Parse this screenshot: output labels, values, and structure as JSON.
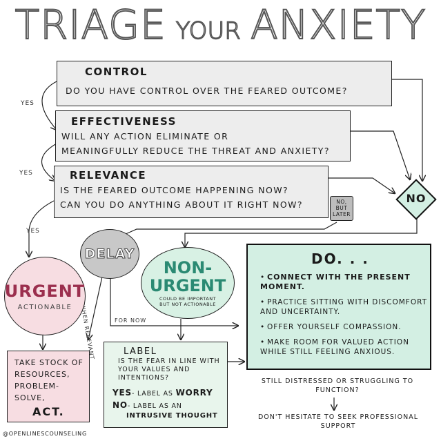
{
  "title": {
    "part1": "TRIAGE",
    "part2": "YOUR",
    "part3": "ANXIETY"
  },
  "control": {
    "heading": "CONTROL",
    "question": "Do you have control over the feared outcome?"
  },
  "effectiveness": {
    "heading": "EFFECTIVENESS",
    "question": "Will any action eliminate or\nmeaningfully reduce the threat and anxiety?"
  },
  "relevance": {
    "heading": "RELEVANCE",
    "question": "Is the feared outcome happening now?\nCan you do anything about it right now?"
  },
  "side_labels": {
    "yes1": "YES",
    "yes2": "YES",
    "yes3": "YES",
    "no_but_later": "NO, BUT LATER",
    "when_relevant": "WHEN RELEVANT",
    "for_now": "FOR NOW"
  },
  "no_box": "NO",
  "delay": "DELAY",
  "urgent": {
    "title": "URGENT",
    "subtitle": "ACTIONABLE"
  },
  "non_urgent": {
    "title_line1": "NON-",
    "title_line2": "URGENT",
    "note": "COULD BE IMPORTANT BUT NOT ACTIONABLE"
  },
  "do_box": {
    "heading": "DO. . .",
    "items": [
      "Connect with the present moment.",
      "Practice sitting with discomfort and uncertainty.",
      "Offer yourself compassion.",
      "Make room for valued action while still feeling anxious."
    ]
  },
  "label_box": {
    "heading": "LABEL",
    "question": "Is the fear in line with your values and intentions?",
    "yes_prefix": "YES",
    "yes_text": "- label as",
    "yes_tag": "WORRY",
    "no_prefix": "NO",
    "no_text": "- label as an",
    "no_tag": "INTRUSIVE THOUGHT"
  },
  "act_box": {
    "text": "Take stock of resources, problem-solve,",
    "act": "ACT."
  },
  "still": {
    "text": "Still distressed or struggling to function?",
    "advice": "Don't hesitate to seek professional support"
  },
  "credit": "@OPENLINESCOUNSELING",
  "colors": {
    "do_fill": "#d3efe3",
    "urgent_fill": "#f7dde2",
    "urgent_text": "#9b2f4e",
    "non_urgent_fill": "#d8f1e4",
    "non_urgent_text": "#2b8a73",
    "question_fill": "#ededed",
    "delay_fill": "#c8c8c8"
  }
}
